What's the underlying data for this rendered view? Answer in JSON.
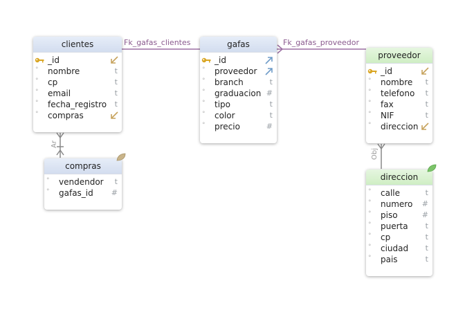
{
  "relationships": {
    "clientes_gafas": "Fk_gafas_clientes",
    "gafas_proveedor": "Fk_gafas_proveedor",
    "clientes_compras": "Ar",
    "proveedor_direccion": "Obj"
  },
  "entities": {
    "clientes": {
      "title": "clientes",
      "fields": [
        {
          "name": "_id",
          "type": "ref-icon"
        },
        {
          "name": "nombre",
          "type": "t"
        },
        {
          "name": "cp",
          "type": "t"
        },
        {
          "name": "email",
          "type": "t"
        },
        {
          "name": "fecha_registro",
          "type": "t"
        },
        {
          "name": "compras",
          "type": "ref-icon"
        }
      ]
    },
    "gafas": {
      "title": "gafas",
      "fields": [
        {
          "name": "_id",
          "type": "arrow-icon"
        },
        {
          "name": "proveedor",
          "type": "arrow-icon"
        },
        {
          "name": "branch",
          "type": "t"
        },
        {
          "name": "graduacion",
          "type": "#"
        },
        {
          "name": "tipo",
          "type": "t"
        },
        {
          "name": "color",
          "type": "t"
        },
        {
          "name": "precio",
          "type": "#"
        }
      ]
    },
    "proveedor": {
      "title": "proveedor",
      "fields": [
        {
          "name": "_id",
          "type": "ref-icon"
        },
        {
          "name": "nombre",
          "type": "t"
        },
        {
          "name": "telefono",
          "type": "t"
        },
        {
          "name": "fax",
          "type": "t"
        },
        {
          "name": "NIF",
          "type": "t"
        },
        {
          "name": "direccion",
          "type": "ref-icon"
        }
      ]
    },
    "compras": {
      "title": "compras",
      "fields": [
        {
          "name": "vendendor",
          "type": "t"
        },
        {
          "name": "gafas_id",
          "type": "#"
        }
      ]
    },
    "direccion": {
      "title": "direccion",
      "fields": [
        {
          "name": "calle",
          "type": "t"
        },
        {
          "name": "numero",
          "type": "#"
        },
        {
          "name": "piso",
          "type": "#"
        },
        {
          "name": "puerta",
          "type": "t"
        },
        {
          "name": "cp",
          "type": "t"
        },
        {
          "name": "ciudad",
          "type": "t"
        },
        {
          "name": "pais",
          "type": "t"
        }
      ]
    }
  },
  "colors": {
    "relation_line": "#9b6fa3",
    "header_blue": "#d3ddef",
    "header_green": "#cfeec4",
    "key_gold": "#d9a521",
    "ref_gold": "#c6a25c",
    "arrow_blue": "#6f9cc8",
    "leaf_green": "#7cc46a",
    "leaf_tan": "#c9b48a"
  }
}
